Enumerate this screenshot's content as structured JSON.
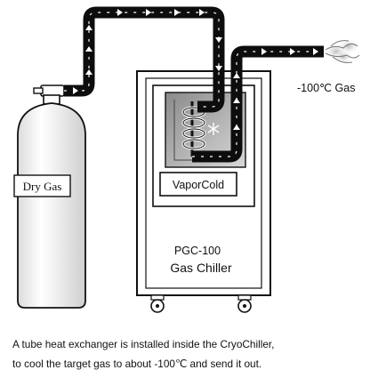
{
  "labels": {
    "cylinder": "Dry Gas",
    "vaporcold": "VaporCold",
    "model": "PGC-100",
    "name": "Gas Chiller",
    "output_gas": "-100℃ Gas"
  },
  "caption": {
    "line1": "A tube heat exchanger is installed inside the CryoChiller,",
    "line2": "to cool the target gas to about -100℃ and send it out."
  },
  "icons": {
    "heat_exchanger_coil": "coil-icon",
    "cold_symbol": "snowflake-icon",
    "gas_plume": "gas-cloud-icon",
    "flow_arrows": "arrow-icon"
  },
  "colors": {
    "line": "#111111",
    "tube": "#0d0d0d",
    "tube_arrow": "#ffffff",
    "panel": "#ffffff",
    "cylinder_fill": "#ffffff",
    "gas_plume": "#777777"
  }
}
